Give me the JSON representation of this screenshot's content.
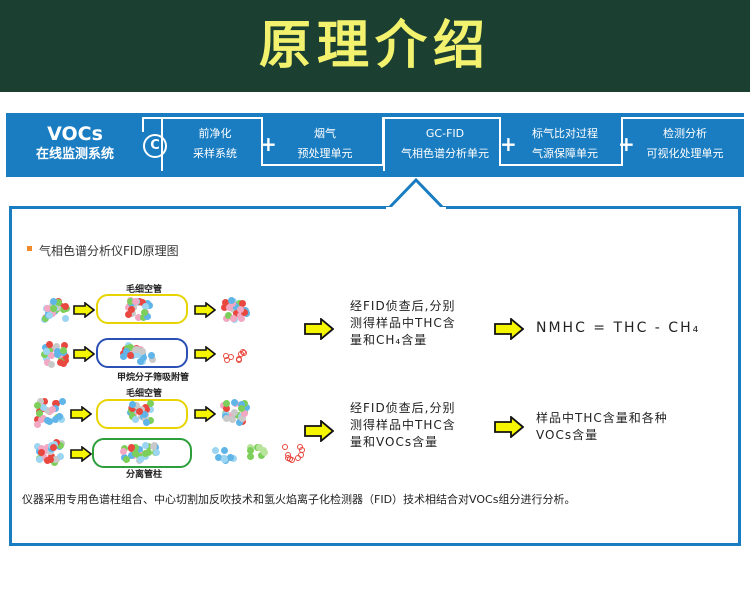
{
  "header": {
    "title": "原理介绍"
  },
  "steps": {
    "system": {
      "line1": "VOCs",
      "line2": "在线监测系统"
    },
    "items": [
      {
        "line1": "前净化",
        "line2": "采样系统"
      },
      {
        "line1": "烟气",
        "line2": "预处理单元"
      },
      {
        "line1": "GC-FID",
        "line2": "气相色谱分析单元"
      },
      {
        "line1": "标气比对过程",
        "line2": "气源保障单元"
      },
      {
        "line1": "检测分析",
        "line2": "可视化处理单元"
      }
    ],
    "plus": "+"
  },
  "panel": {
    "heading": "气相色谱分析仪FID原理图",
    "tube_labels": {
      "capillary1": "毛细空管",
      "methane": "甲烷分子筛吸附管",
      "capillary2": "毛细空管",
      "separation": "分离管柱"
    },
    "group1": {
      "text": [
        "经FID侦查后,分别",
        "测得样品中THC含",
        "量和CH₄含量"
      ],
      "formula": "NMHC = THC - CH₄"
    },
    "group2": {
      "text": [
        "经FID侦查后,分别",
        "测得样品中THC含",
        "量和VOCs含量"
      ],
      "result": [
        "样品中THC含量和各种",
        "VOCs含量"
      ]
    },
    "footnote": "仪器采用专用色谱柱组合、中心切割加反吹技术和氢火焰离子化检测器（FID）技术相结合对VOCs组分进行分析。"
  },
  "colors": {
    "header_bg": "#1b4031",
    "header_text": "#f2f26e",
    "accent_blue": "#1a7dc2",
    "arrow_fill": "#f5f500",
    "tube_yellow": "#e8d400",
    "tube_blue": "#2a4fb5",
    "tube_green": "#2c9e3a"
  }
}
